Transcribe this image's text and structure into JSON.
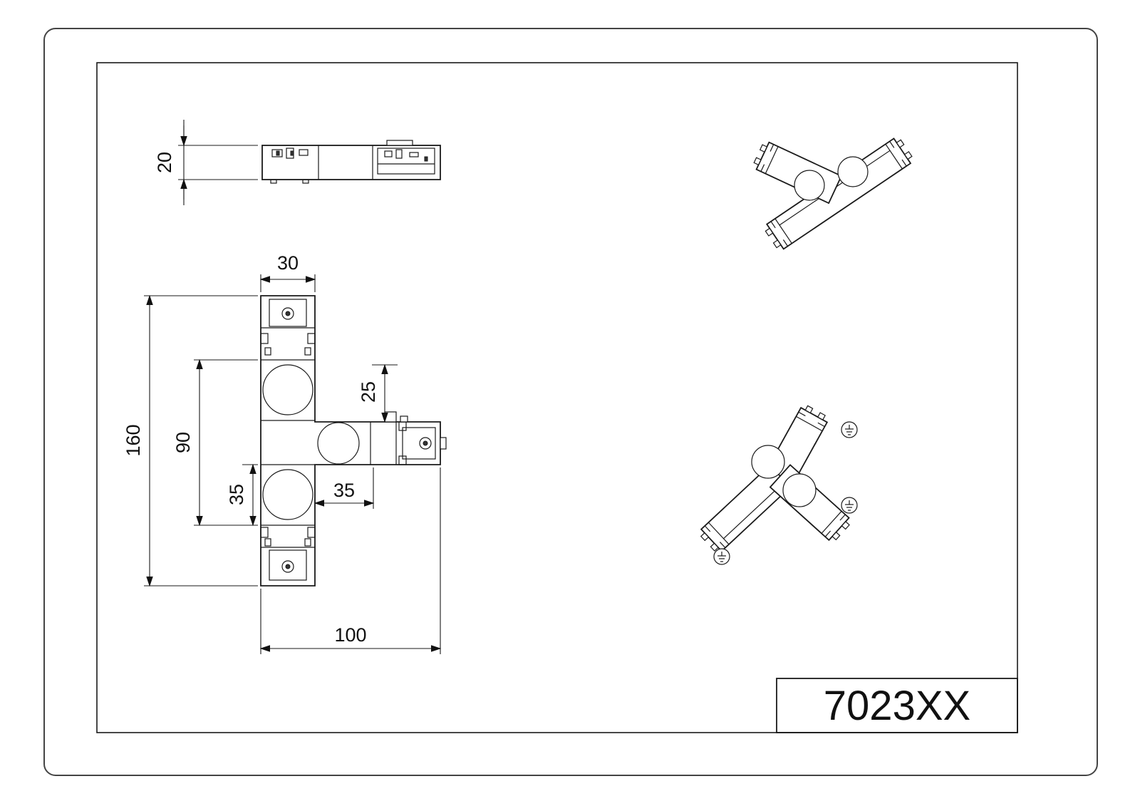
{
  "drawing": {
    "part_number": "7023XX",
    "views": {
      "side": {
        "dim_height": "20"
      },
      "plan": {
        "dim_width": "30",
        "dim_total_length": "160",
        "dim_joint_span": "90",
        "dim_lower_joint": "35",
        "dim_arm_offset": "25",
        "dim_arm_length": "35",
        "dim_overall_width": "100"
      }
    },
    "icons": {
      "ground_symbol": "earth-ground-symbol"
    }
  }
}
